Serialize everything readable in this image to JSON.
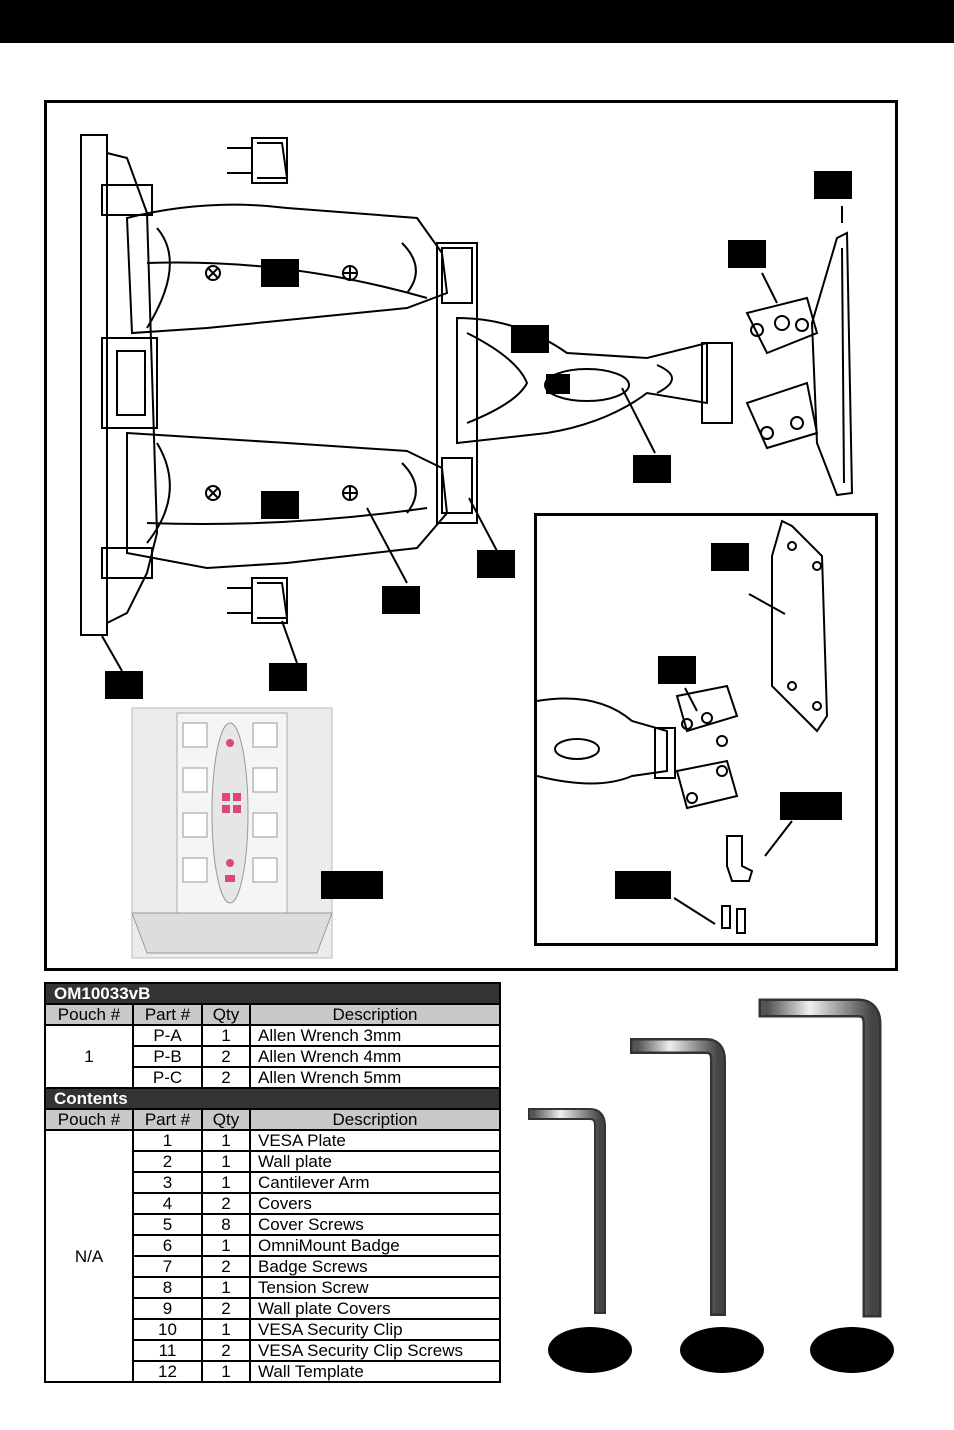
{
  "kit": {
    "model_label": "OM10033vB",
    "columns": [
      "Pouch #",
      "Part #",
      "Qty",
      "Description"
    ],
    "tools": {
      "pouch": "1",
      "rows": [
        {
          "part": "P-A",
          "qty": "1",
          "description": "Allen Wrench 3mm"
        },
        {
          "part": "P-B",
          "qty": "2",
          "description": "Allen Wrench 4mm"
        },
        {
          "part": "P-C",
          "qty": "2",
          "description": "Allen Wrench 5mm"
        }
      ]
    },
    "contents_label": "Contents",
    "contents": {
      "pouch": "N/A",
      "rows": [
        {
          "part": "1",
          "qty": "1",
          "description": "VESA Plate"
        },
        {
          "part": "2",
          "qty": "1",
          "description": "Wall plate"
        },
        {
          "part": "3",
          "qty": "1",
          "description": "Cantilever Arm"
        },
        {
          "part": "4",
          "qty": "2",
          "description": "Covers"
        },
        {
          "part": "5",
          "qty": "8",
          "description": "Cover Screws"
        },
        {
          "part": "6",
          "qty": "1",
          "description": "OmniMount Badge"
        },
        {
          "part": "7",
          "qty": "2",
          "description": "Badge Screws"
        },
        {
          "part": "8",
          "qty": "1",
          "description": "Tension Screw"
        },
        {
          "part": "9",
          "qty": "2",
          "description": "Wall plate Covers"
        },
        {
          "part": "10",
          "qty": "1",
          "description": "VESA Security Clip"
        },
        {
          "part": "11",
          "qty": "2",
          "description": "VESA Security Clip Screws"
        },
        {
          "part": "12",
          "qty": "1",
          "description": "Wall Template"
        }
      ]
    }
  },
  "icons": {
    "wrench": "allen-wrench-icon",
    "callout": "callout-tag-icon"
  },
  "colors": {
    "header_dark": "#333333",
    "header_grey": "#c8c8c8",
    "template_pink": "#e0457a"
  }
}
